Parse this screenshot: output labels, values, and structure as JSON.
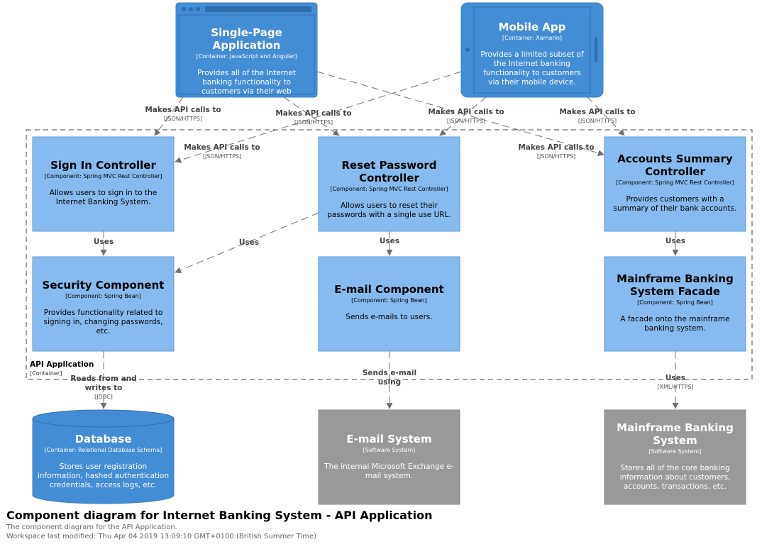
{
  "nodes": {
    "spa": {
      "name": "Single-Page Application",
      "tech": "[Container: JavaScript and Angular]",
      "desc": "Provides all of the Internet banking functionality to customers via their web browser."
    },
    "mobile": {
      "name": "Mobile App",
      "tech": "[Container: Xamarin]",
      "desc": "Provides a limited subset of the Internet banking functionality to customers via their mobile device."
    },
    "signin": {
      "name": "Sign In Controller",
      "tech": "[Component: Spring MVC Rest Controller]",
      "desc": "Allows users to sign in to the Internet Banking System."
    },
    "reset": {
      "name": "Reset Password Controller",
      "tech": "[Component: Spring MVC Rest Controller]",
      "desc": "Allows users to reset their passwords with a single use URL."
    },
    "accounts": {
      "name": "Accounts Summary Controller",
      "tech": "[Component: Spring MVC Rest Controller]",
      "desc": "Provides customers with a summary of their bank accounts."
    },
    "security": {
      "name": "Security Component",
      "tech": "[Component: Spring Bean]",
      "desc": "Provides functionality related to signing in, changing passwords, etc."
    },
    "email_comp": {
      "name": "E-mail Component",
      "tech": "[Component: Spring Bean]",
      "desc": "Sends e-mails to users."
    },
    "mainframe_facade": {
      "name": "Mainframe Banking System Facade",
      "tech": "[Component: Spring Bean]",
      "desc": "A facade onto the mainframe banking system."
    },
    "database": {
      "name": "Database",
      "tech": "[Container: Relational Database Schema]",
      "desc": "Stores user registration information, hashed authentication credentials, access logs, etc."
    },
    "email_system": {
      "name": "E-mail System",
      "tech": "[Software System]",
      "desc": "The internal Microsoft Exchange e-mail system."
    },
    "mainframe_system": {
      "name": "Mainframe Banking System",
      "tech": "[Software System]",
      "desc": "Stores all of the core banking information about customers, accounts, transactions, etc."
    }
  },
  "edges": {
    "spa_signin": {
      "label": "Makes API calls to",
      "tech": "[JSON/HTTPS]"
    },
    "spa_reset": {
      "label": "Makes API calls to",
      "tech": "[JSON/HTTPS]"
    },
    "spa_accounts": {
      "label": "Makes API calls to",
      "tech": "[JSON/HTTPS]"
    },
    "mobile_signin": {
      "label": "Makes API calls to",
      "tech": "[JSON/HTTPS]"
    },
    "mobile_reset": {
      "label": "Makes API calls to",
      "tech": "[JSON/HTTPS]"
    },
    "mobile_accounts": {
      "label": "Makes API calls to",
      "tech": "[JSON/HTTPS]"
    },
    "signin_security": {
      "label": "Uses"
    },
    "reset_security": {
      "label": "Uses"
    },
    "reset_email": {
      "label": "Uses"
    },
    "accounts_facade": {
      "label": "Uses"
    },
    "security_db": {
      "label": "Reads from and writes to",
      "tech": "[JDBC]"
    },
    "email_system": {
      "label": "Sends e-mail using"
    },
    "facade_mainframe": {
      "label": "Uses",
      "tech": "[XML/HTTPS]"
    }
  },
  "boundary": {
    "name": "API Application",
    "type": "[Container]"
  },
  "footer": {
    "title": "Component diagram for Internet Banking System - API Application",
    "subtitle": "The component diagram for the API Application.",
    "modified": "Workspace last modified: Thu Apr 04 2019 13:09:10 GMT+0100 (British Summer Time)"
  },
  "colors": {
    "container": "#438dd5",
    "component": "#85bbf0",
    "component_border": "#5d99d1",
    "external": "#999999",
    "edge": "#707070"
  }
}
